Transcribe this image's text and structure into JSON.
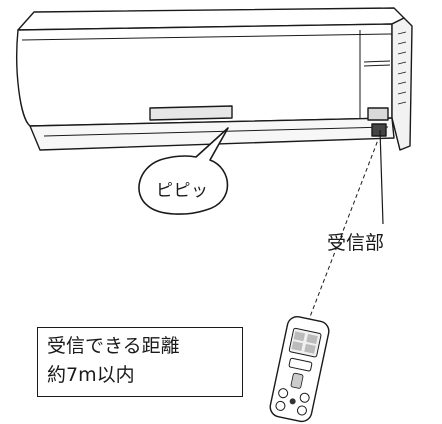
{
  "labels": {
    "sound_effect": "ピピッ",
    "receiver": "受信部",
    "range_line1": "受信できる距離",
    "range_line2": "約7m以内"
  },
  "colors": {
    "line": "#1a1a1a",
    "background": "#ffffff",
    "shade": "#e6e6e6"
  },
  "icons": {
    "air_conditioner": "wall-mounted-ac-unit",
    "remote_control": "handheld-remote-control"
  }
}
